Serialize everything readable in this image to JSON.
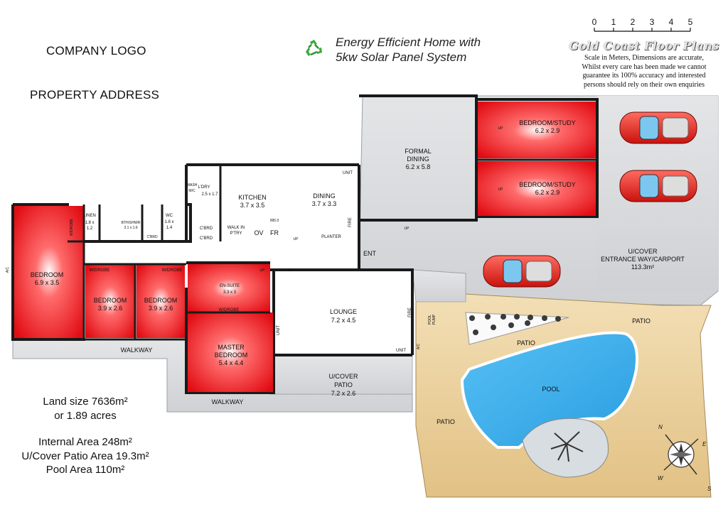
{
  "header": {
    "company_logo": "COMPANY LOGO",
    "property_address": "PROPERTY ADDRESS",
    "energy_line1": "Energy Efficient Home with",
    "energy_line2": "5kw Solar Panel System",
    "brand": "Gold Coast Floor Plans",
    "disclaimer": [
      "Scale in Meters, Dimensions are accurate,",
      "Whilst every care has been made we cannot",
      "guarantee its 100% accuracy and interested",
      "persons should rely on their own enquiries"
    ],
    "scale_ticks": [
      "0",
      "1",
      "2",
      "3",
      "4",
      "5"
    ]
  },
  "stats": {
    "land_line1": "Land size 7636m²",
    "land_line2": "or 1.89 acres",
    "internal": "Internal Area 248m²",
    "patio_area": "U/Cover Patio Area 19.3m²",
    "pool_area": "Pool Area 110m²"
  },
  "rooms": {
    "bed_study1_name": "BEDROOM/STUDY",
    "bed_study1_dim": "6.2 x 2.9",
    "bed_study2_name": "BEDROOM/STUDY",
    "bed_study2_dim": "6.2 x 2.9",
    "formal_name": "FORMAL",
    "formal_name2": "DINING",
    "formal_dim": "6.2 x 5.8",
    "kitchen_name": "KITCHEN",
    "kitchen_dim": "3.7 x 3.5",
    "dining_name": "DINING",
    "dining_dim": "3.7 x 3.3",
    "ldry_name": "L'DRY",
    "ldry_dim": "2.5 x 1.7",
    "wash": "WASH",
    "wash2": "M/C",
    "linen_name": "LINEN",
    "linen_dim1": "1.8 x",
    "linen_dim2": "1.2",
    "bath_name": "BTH/SHWR",
    "bath_dim": "3.1 x 1.6",
    "wc_name": "WC",
    "wc_dim1": "1.8 x",
    "wc_dim2": "1.4",
    "cbrd": "C'BRD",
    "walkin1": "WALK IN",
    "walkin2": "P'TRY",
    "ov": "OV",
    "fr": "FR",
    "planter": "PLANTER",
    "fire": "FIRE",
    "unit": "UNIT",
    "up": "UP",
    "dim_995": "995.0",
    "ent": "ENT",
    "ac": "A/C",
    "bed_name": "BEDROOM",
    "bed_dim": "6.9 x 3.5",
    "bed2_dim": "3.9 x 2.6",
    "bed3_dim": "3.9 x 2.6",
    "wdrobe": "W/DROBE",
    "ensuite_name": "EN-SUITE",
    "ensuite_dim": "3.3 x 3",
    "master1": "MASTER",
    "master2": "BEDROOM",
    "master_dim": "5.4 x 4.4",
    "lounge_name": "LOUNGE",
    "lounge_dim": "7.2 x 4.5",
    "patio_cover1": "U/COVER",
    "patio_cover2": "PATIO",
    "patio_cover_dim": "7.2 x 2.6",
    "walkway": "WALKWAY",
    "carport1": "U/COVER",
    "carport2": "ENTRANCE WAY/CARPORT",
    "carport_dim": "113.3m²",
    "patio": "PATIO",
    "pool": "POOL",
    "pool_pump1": "POOL",
    "pool_pump2": "PUMP"
  },
  "compass": {
    "n": "N",
    "e": "E",
    "w": "W",
    "s": "S"
  },
  "colors": {
    "bedroom_red": "#e8141a",
    "pool_blue": "#2fa6e6",
    "deck": "#e8c98f",
    "paving": "#d4d6d8",
    "wall": "#1a1a1a"
  }
}
